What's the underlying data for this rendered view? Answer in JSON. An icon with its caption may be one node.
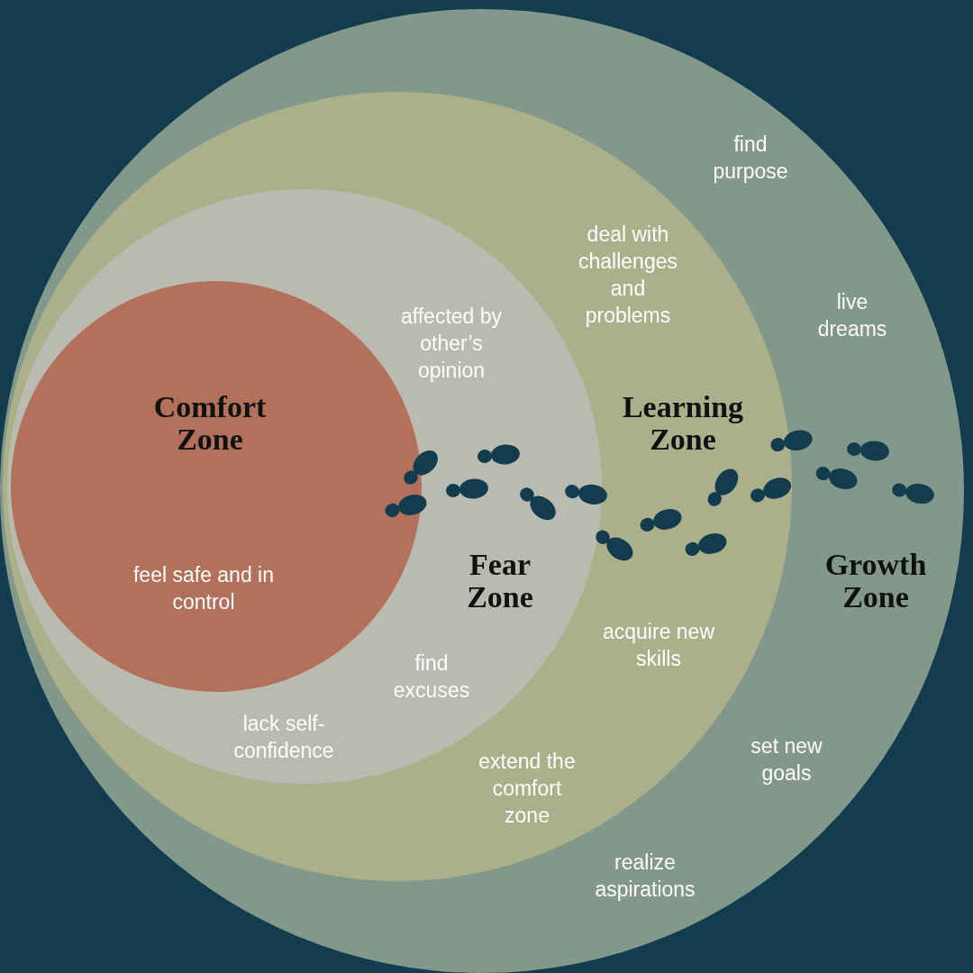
{
  "diagram": {
    "nodes": [
      {
        "text": [
          "Growth Zone"
        ]
      },
      {
        "text": [
          "Learning Zone"
        ],
        "in": 0
      },
      {
        "text": [
          "Fear Zone"
        ],
        "in": 1
      },
      {
        "text": [
          "Comfort Zone"
        ],
        "in": 2
      }
    ],
    "edges": [],
    "labels": [
      "find purpose",
      "deal with challenges and problems",
      "live dreams",
      "affected by other’s opinion",
      "feel safe and in control",
      "acquire new skills",
      "find excuses",
      "lack self-confidence",
      "set new goals",
      "extend the comfort zone",
      "realize aspirations"
    ]
  }
}
